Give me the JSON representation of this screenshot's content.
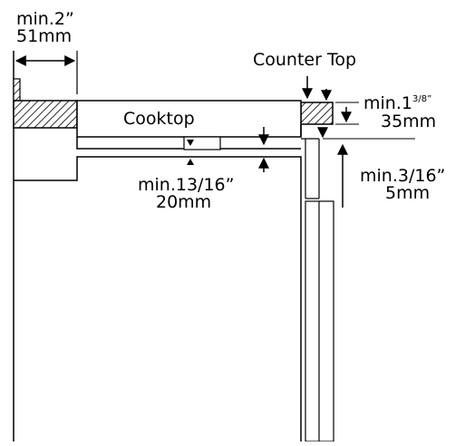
{
  "diagram": {
    "labels": {
      "side_clearance": {
        "line1": "min.2”",
        "line2": "51mm"
      },
      "counter_top": "Counter Top",
      "cooktop": "Cooktop",
      "counter_thickness": {
        "line1_base": "min.1",
        "line1_sup": "3/8”",
        "line2": "35mm"
      },
      "cooktop_gap": {
        "line1": "min.13/16”",
        "line2": "20mm"
      },
      "front_gap": {
        "line1": "min.3/16”",
        "line2": "5mm"
      }
    }
  }
}
